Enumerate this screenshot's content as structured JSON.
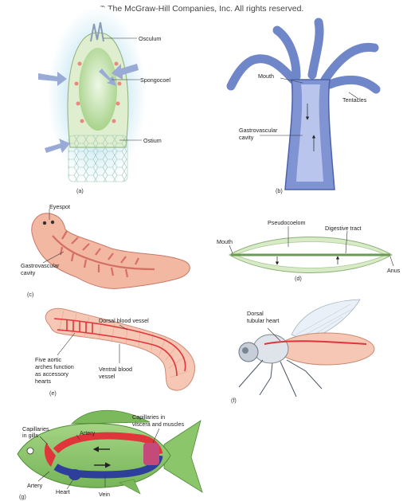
{
  "copyright": "© The McGraw-Hill Companies, Inc. All rights reserved.",
  "panels": {
    "a": {
      "caption": "(a)",
      "labels": {
        "osculum": "Osculum",
        "spongocoel": "Spongocoel",
        "ostium": "Ostium"
      }
    },
    "b": {
      "caption": "(b)",
      "labels": {
        "mouth": "Mouth",
        "tentacles": "Tentacles",
        "gv_line1": "Gastrovascular",
        "gv_line2": "cavity"
      }
    },
    "c": {
      "caption": "(c)",
      "labels": {
        "eyespot": "Eyespot",
        "gv_line1": "Gastrovascular",
        "gv_line2": "cavity"
      }
    },
    "d": {
      "caption": "(d)",
      "labels": {
        "pseudocoelom": "Pseudocoelom",
        "digestive_tract": "Digestive tract",
        "mouth": "Mouth",
        "anus": "Anus"
      }
    },
    "e": {
      "caption": "(e)",
      "labels": {
        "dorsal_vessel": "Dorsal blood vessel",
        "arches_1": "Five aortic",
        "arches_2": "arches function",
        "arches_3": "as accessory",
        "arches_4": "hearts",
        "ventral_1": "Ventral blood",
        "ventral_2": "vessel"
      }
    },
    "f": {
      "caption": "(f)",
      "labels": {
        "heart_1": "Dorsal",
        "heart_2": "tubular heart"
      }
    },
    "g": {
      "caption": "(g)",
      "labels": {
        "cap_gills_1": "Capillaries",
        "cap_gills_2": "in gills",
        "artery_top": "Artery",
        "cap_visc_1": "Capillaries in",
        "cap_visc_2": "viscera and muscles",
        "artery_bottom": "Artery",
        "heart": "Heart",
        "vein": "Vein"
      }
    }
  },
  "colors": {
    "sponge_green": "#cfe6bf",
    "sponge_glow": "#d7eef7",
    "cnidarian_blue": "#6f86c8",
    "flatworm_pink": "#f2b8a2",
    "nematode_green": "#d8ebc6",
    "annelid_pink": "#f6c7b4",
    "vessel_red": "#e0353a",
    "fish_green": "#8cc66a",
    "vein_blue": "#2d3f9b",
    "arrow_blue": "#9aaad6"
  }
}
